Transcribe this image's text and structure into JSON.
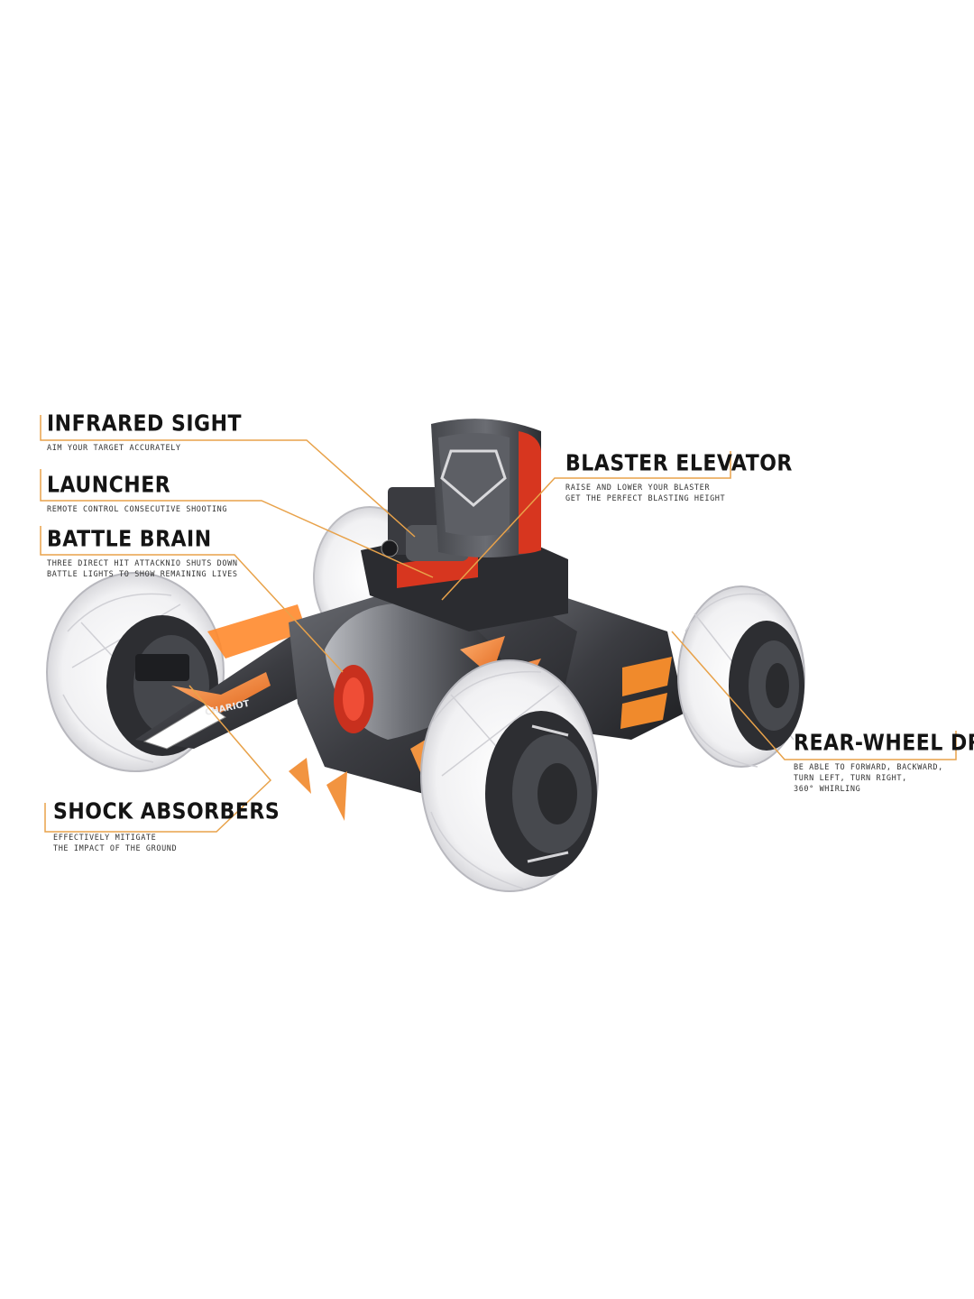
{
  "colors": {
    "accent": "#E8A24A",
    "body_dark": "#3a3b3f",
    "body_mid": "#5a5c62",
    "orange_part": "#F08A2C",
    "red_part": "#D7361F",
    "tire": "#EDEDEF",
    "hub": "#2b2c30"
  },
  "callouts": {
    "infrared": {
      "title": "INFRARED SIGHT",
      "lines": [
        "AIM YOUR TARGET ACCURATELY"
      ]
    },
    "launcher": {
      "title": "LAUNCHER",
      "lines": [
        "REMOTE CONTROL CONSECUTIVE SHOOTING"
      ]
    },
    "brain": {
      "title": "BATTLE BRAIN",
      "lines": [
        "THREE DIRECT HIT ATTACKNIO SHUTS DOWN",
        "BATTLE LIGHTS TO SHOW REMAINING LIVES"
      ]
    },
    "shock": {
      "title": "SHOCK ABSORBERS",
      "lines": [
        "EFFECTIVELY MITIGATE",
        "THE IMPACT OF THE GROUND"
      ]
    },
    "elevator": {
      "title": "BLASTER ELEVATOR",
      "lines": [
        "RAISE AND  LOWER YOUR BLASTER",
        "GET THE PERFECT BLASTING HEIGHT"
      ]
    },
    "rear": {
      "title": "REAR-WHEEL DRIVE",
      "lines": [
        "BE ABLE TO FORWARD, BACKWARD,",
        "TURN LEFT, TURN RIGHT,",
        "360° WHIRLING"
      ]
    }
  },
  "vehicle": {
    "side_badge": "CHARIOT"
  }
}
